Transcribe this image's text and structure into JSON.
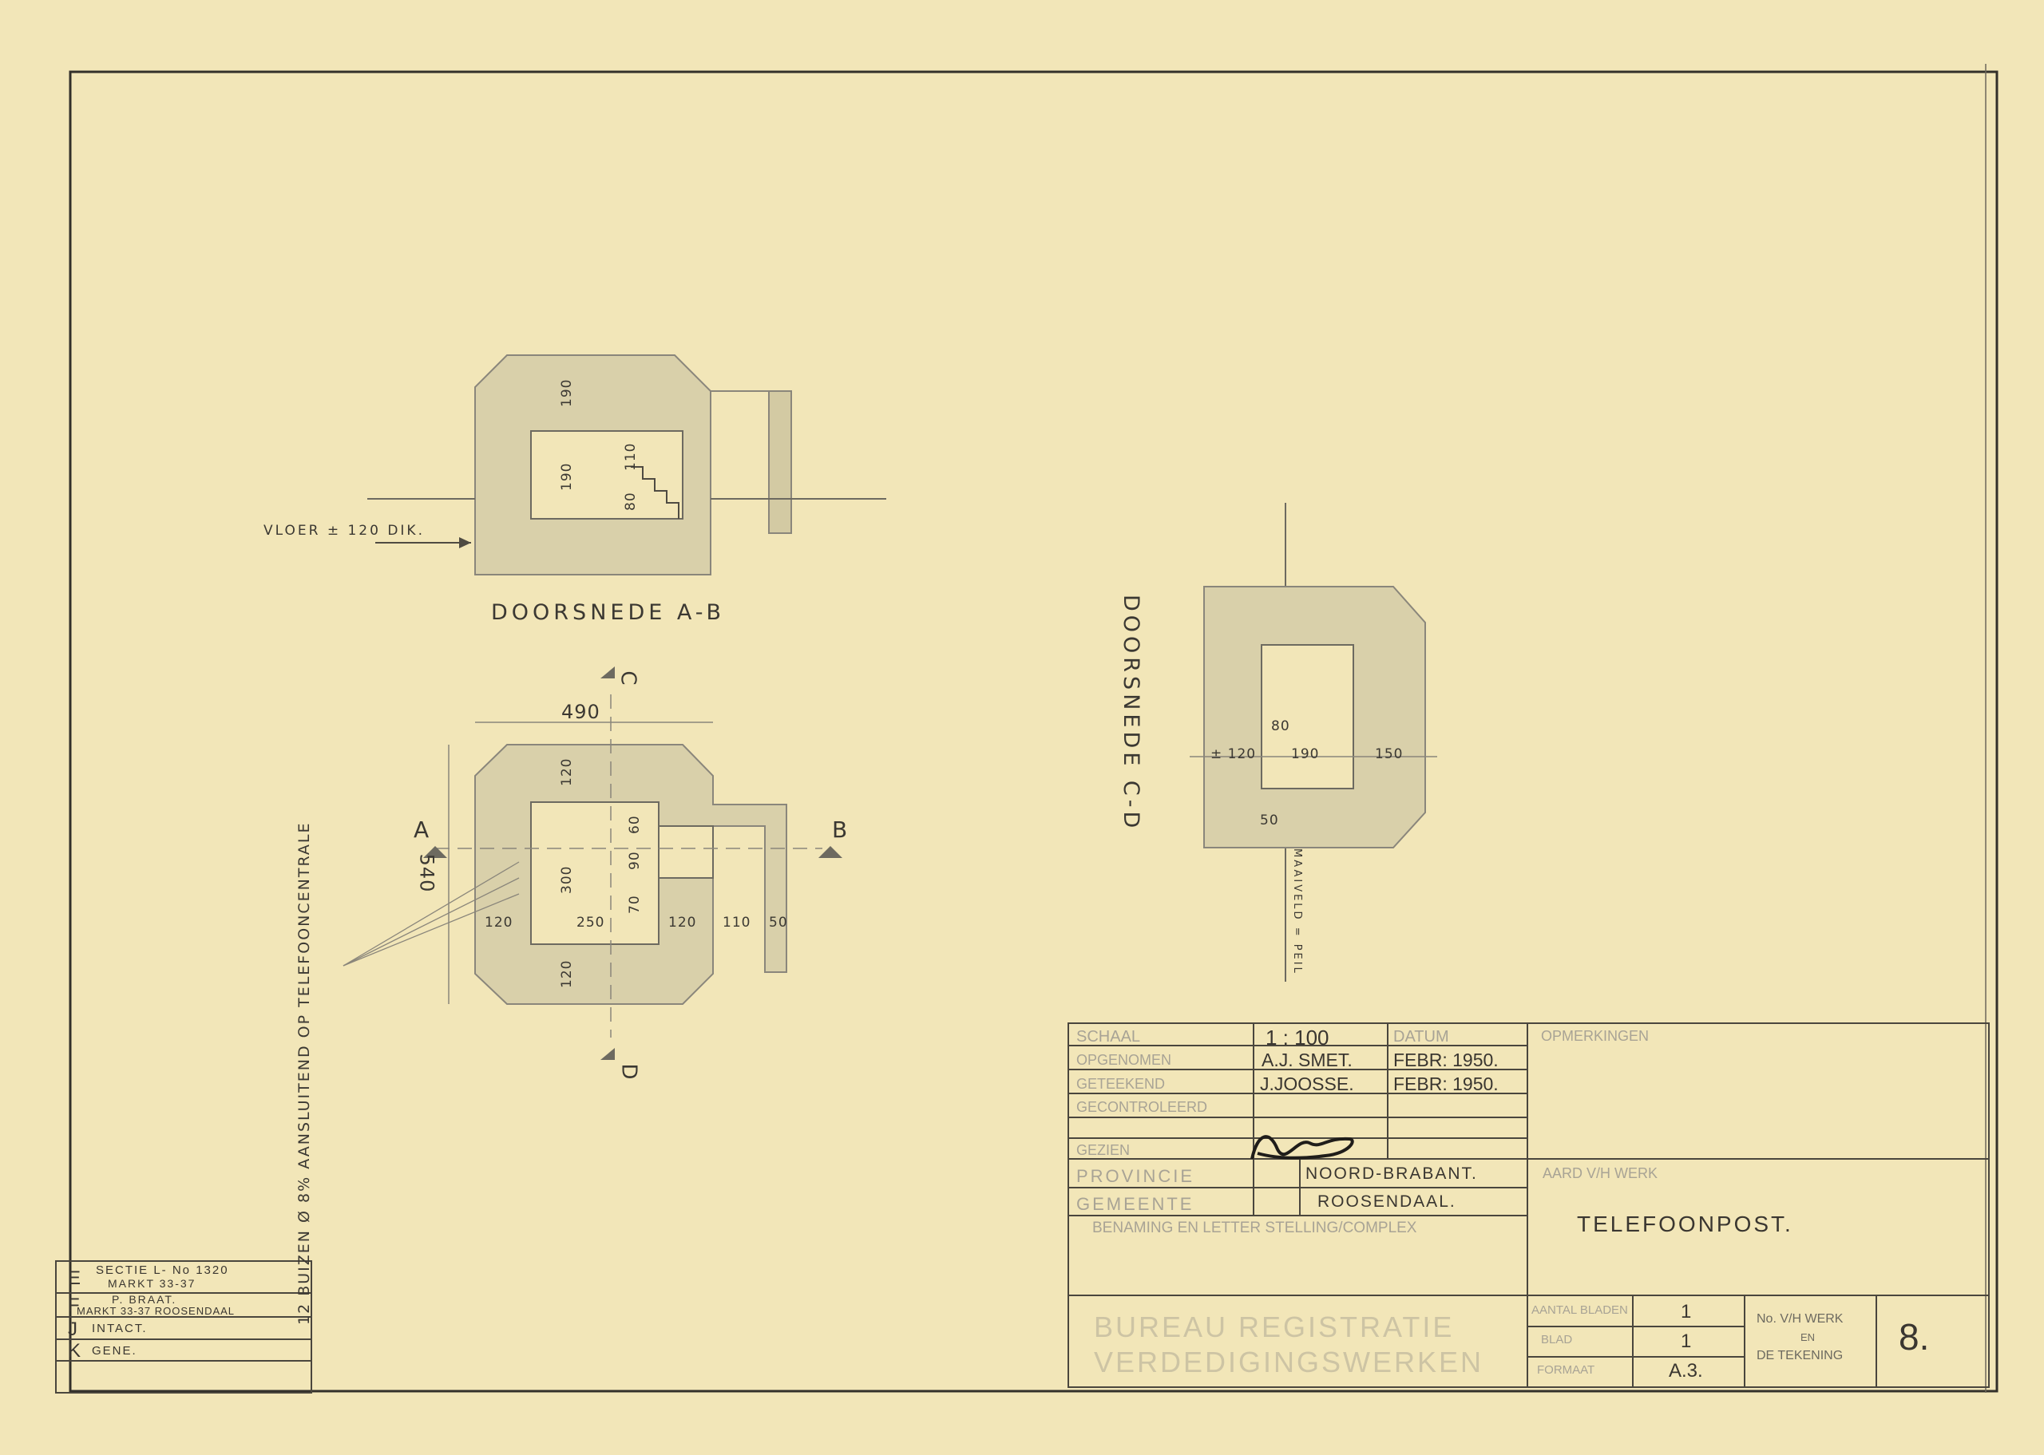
{
  "drawing": {
    "section_ab_title": "DOORSNEDE A-B",
    "section_cd_title": "DOORSNEDE C-D",
    "floor_label": "VLOER ± 120 DIK.",
    "pipes_note": "12 BUIZEN Ø 8% AANSLUITEND OP TELEFOONCENTRALE",
    "ground_level": "MAAIVELD = PEIL",
    "section_ab_dims": [
      "190",
      "190",
      "110",
      "80"
    ],
    "plan_dims": {
      "overall_width": "490",
      "overall_length": "540",
      "top_wall": "120",
      "bottom_wall": "120",
      "inner_length": "300",
      "stair_60": "60",
      "stair_90": "90",
      "stair_70": "70",
      "row": [
        "120",
        "250",
        "120",
        "110",
        "50"
      ]
    },
    "section_cd_dims": [
      "80",
      "± 120",
      "190",
      "150",
      "50"
    ],
    "cut_letters": {
      "a": "A",
      "b": "B",
      "c": "C",
      "d": "D"
    }
  },
  "title_block": {
    "scale": "1 : 100",
    "rows": [
      {
        "label": "SCHAAL",
        "value": "1 : 100",
        "date": "DATUM"
      },
      {
        "label": "OPGENOMEN",
        "value": "A.J. SMET.",
        "date": "FEBR: 1950."
      },
      {
        "label": "GETEEKEND",
        "value": "J.JOOSSE.",
        "date": "FEBR: 1950."
      },
      {
        "label": "GECONTROLEERD",
        "value": "",
        "date": ""
      },
      {
        "label": "GEZIEN",
        "value": "",
        "date": ""
      }
    ],
    "remarks_header": "OPMERKINGEN",
    "province_label": "PROVINCIE",
    "province": "NOORD-BRABANT.",
    "municipality_label": "GEMEENTE",
    "municipality": "ROOSENDAAL.",
    "naming_label": "BENAMING EN LETTER STELLING/COMPLEX",
    "work_type_label": "AARD V/H WERK",
    "work_type": "TELEFOONPOST.",
    "bureau_line1": "BUREAU REGISTRATIE",
    "bureau_line2": "VERDEDIGINGSWERKEN",
    "sheets_label": "AANTAL BLADEN",
    "sheets": "1",
    "sheet_no_label": "BLAD",
    "sheet_no": "1",
    "format_label": "FORMAAT",
    "format": "A.3.",
    "work_no_label_1": "No. V/H WERK",
    "work_no_label_2": "EN",
    "work_no_label_3": "DE TEKENING",
    "work_no": "8."
  },
  "revision_table": [
    {
      "letter": "E",
      "text": "SECTIE L- No 1320",
      "text2": "MARKT 33-37"
    },
    {
      "letter": "F",
      "text": "P. BRAAT.",
      "text2": "MARKT 33-37 ROOSENDAAL"
    },
    {
      "letter": "J",
      "text": "INTACT.",
      "text2": ""
    },
    {
      "letter": "K",
      "text": "GENE.",
      "text2": ""
    }
  ]
}
